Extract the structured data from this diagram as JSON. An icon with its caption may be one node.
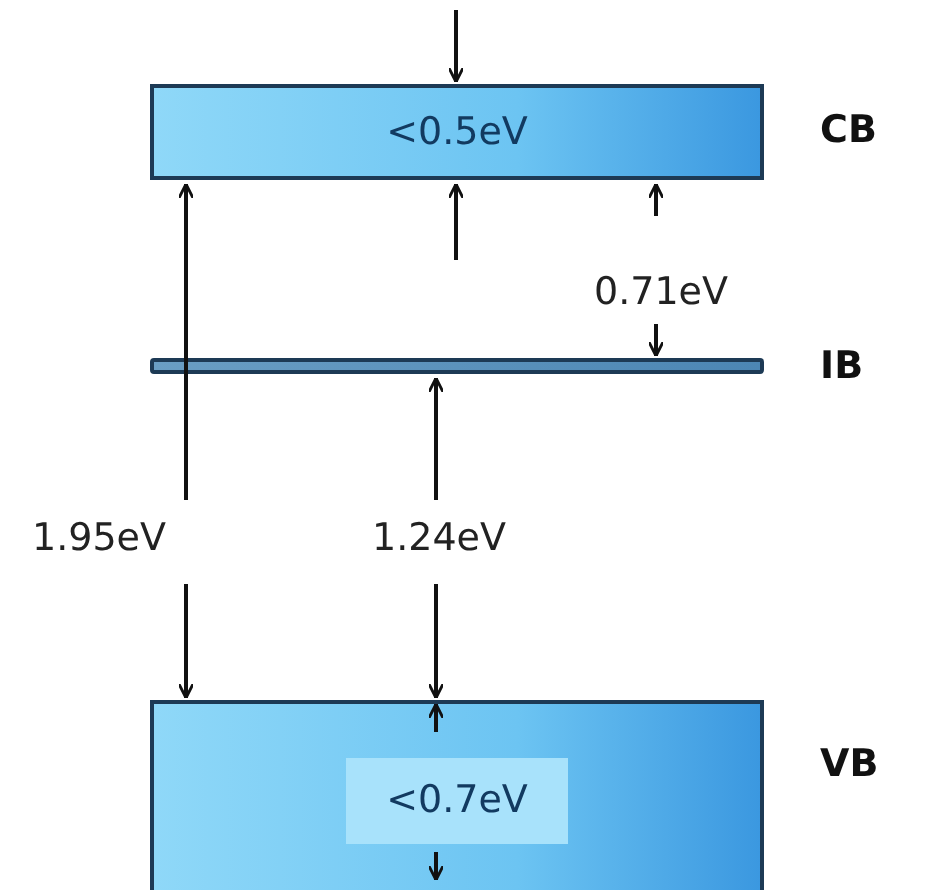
{
  "diagram": {
    "nodes": [
      {
        "text": [
          "<0.5eV"
        ],
        "beside": [
          "CB"
        ]
      },
      {
        "text": [],
        "shape": "bar",
        "beside": [
          "IB"
        ]
      },
      {
        "text": [
          "<0.7eV"
        ],
        "beside": [
          "VB"
        ]
      }
    ],
    "labels": [
      "0.71eV",
      "1.95eV",
      "1.24eV"
    ]
  }
}
